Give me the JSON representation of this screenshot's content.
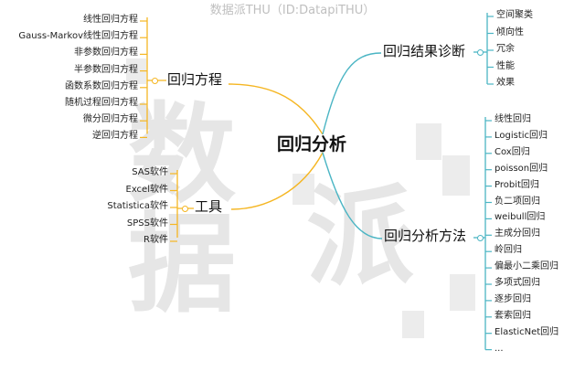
{
  "watermark": {
    "caption": "数据派THU（ID:DatapiTHU）",
    "glyphs": [
      "数",
      "据",
      "派"
    ]
  },
  "center": "回归分析",
  "branches": {
    "equation": {
      "label": "回归方程",
      "color": "#f5b622",
      "items": [
        "线性回归方程",
        "Gauss-Markov线性回归方程",
        "非参数回归方程",
        "半参数回归方程",
        "函数系数回归方程",
        "随机过程回归方程",
        "微分回归方程",
        "逆回归方程"
      ]
    },
    "tools": {
      "label": "工具",
      "color": "#f5b622",
      "items": [
        "SAS软件",
        "Excel软件",
        "Statistica软件",
        "SPSS软件",
        "R软件"
      ]
    },
    "diagnosis": {
      "label": "回归结果诊断",
      "color": "#4bb5c4",
      "items": [
        "空间聚类",
        "倾向性",
        "冗余",
        "性能",
        "效果"
      ]
    },
    "methods": {
      "label": "回归分析方法",
      "color": "#4bb5c4",
      "items": [
        "线性回归",
        "Logistic回归",
        "Cox回归",
        "poisson回归",
        "Probit回归",
        "负二项回归",
        "weibull回归",
        "主成分回归",
        "岭回归",
        "偏最小二乘回归",
        "多项式回归",
        "逐步回归",
        "套索回归",
        "ElasticNet回归",
        "..."
      ]
    }
  }
}
